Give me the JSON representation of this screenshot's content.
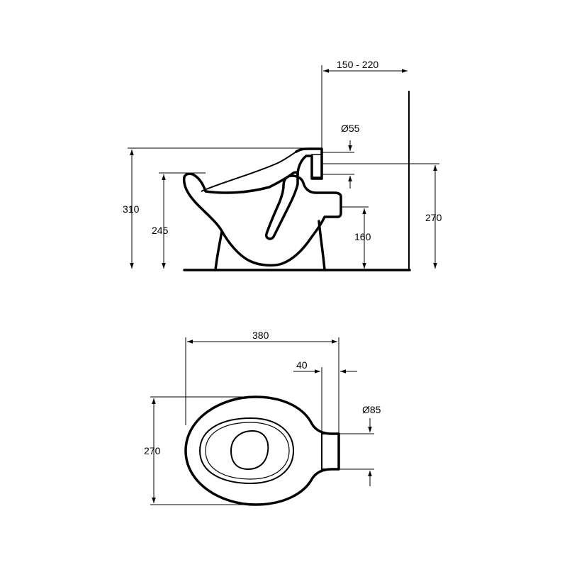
{
  "side_view": {
    "dim_wall_distance": "150 - 220",
    "dim_inlet_diameter": "Ø55",
    "dim_total_height": "310",
    "dim_rim_height": "245",
    "dim_outlet_height": "160",
    "dim_inlet_height": "270"
  },
  "top_view": {
    "dim_length": "380",
    "dim_outlet_offset": "40",
    "dim_outlet_diameter": "Ø85",
    "dim_width": "270"
  }
}
